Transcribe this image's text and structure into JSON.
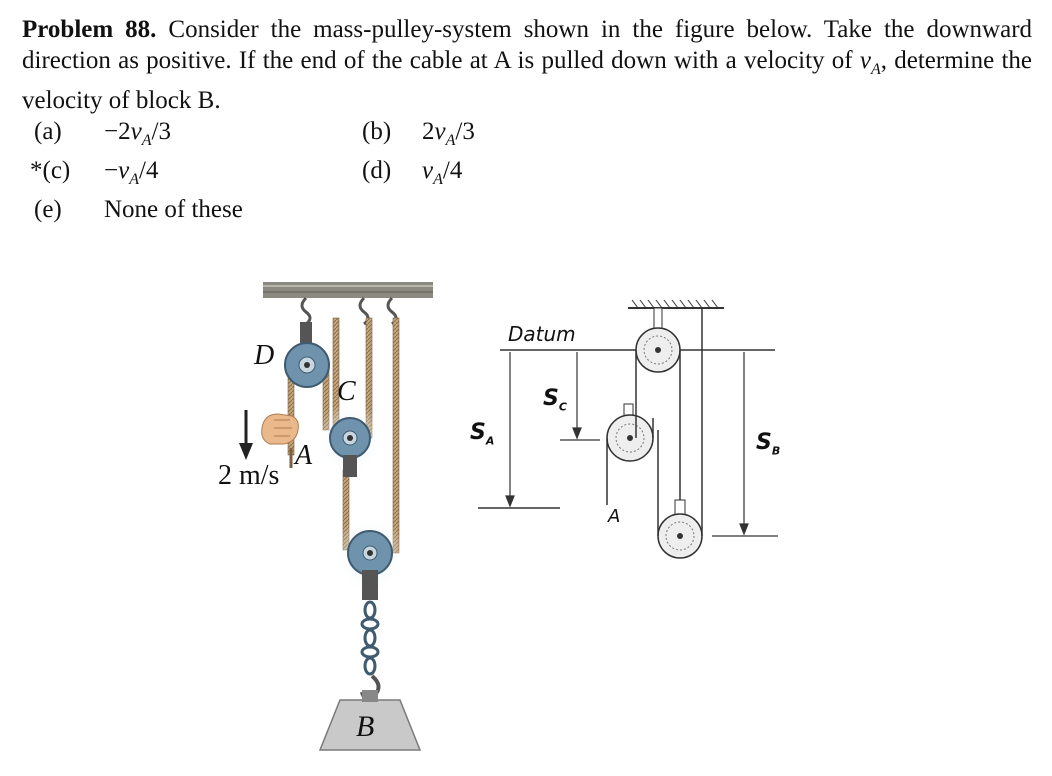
{
  "problem": {
    "label": "Problem 88.",
    "text_before": " Consider the mass-pulley-system shown in the figure below.  Take the downward direction as positive.  If the end of the cable at A is pulled down with a velocity of ",
    "var_v": "v",
    "var_sub": "A",
    "text_after": ", determine the velocity of block B."
  },
  "options": [
    {
      "label": "(a)",
      "coef": "−2",
      "v": "v",
      "sub": "A",
      "tail": "/3"
    },
    {
      "label": "(b)",
      "coef": "2",
      "v": "v",
      "sub": "A",
      "tail": "/3"
    },
    {
      "label": "*(c)",
      "coef": "−",
      "v": "v",
      "sub": "A",
      "tail": "/4"
    },
    {
      "label": "(d)",
      "coef": "",
      "v": "v",
      "sub": "A",
      "tail": "/4"
    },
    {
      "label": "(e)",
      "text": "None of these"
    }
  ],
  "figure_left": {
    "label_D": "D",
    "label_C": "C",
    "label_A": "A",
    "label_B": "B",
    "speed": "2 m/s"
  },
  "figure_right": {
    "datum": "Datum",
    "s_C": "S",
    "s_C_sub": "C",
    "s_A": "S",
    "s_A_sub": "A",
    "s_B": "S",
    "s_B_sub": "B",
    "label_A": "A"
  },
  "colors": {
    "pulley": "#6f93ad",
    "pulley_glow": "#cfe3f2",
    "rope": "#b89a73",
    "ceiling": "#7a7a72",
    "block": "#c9c9c9"
  }
}
